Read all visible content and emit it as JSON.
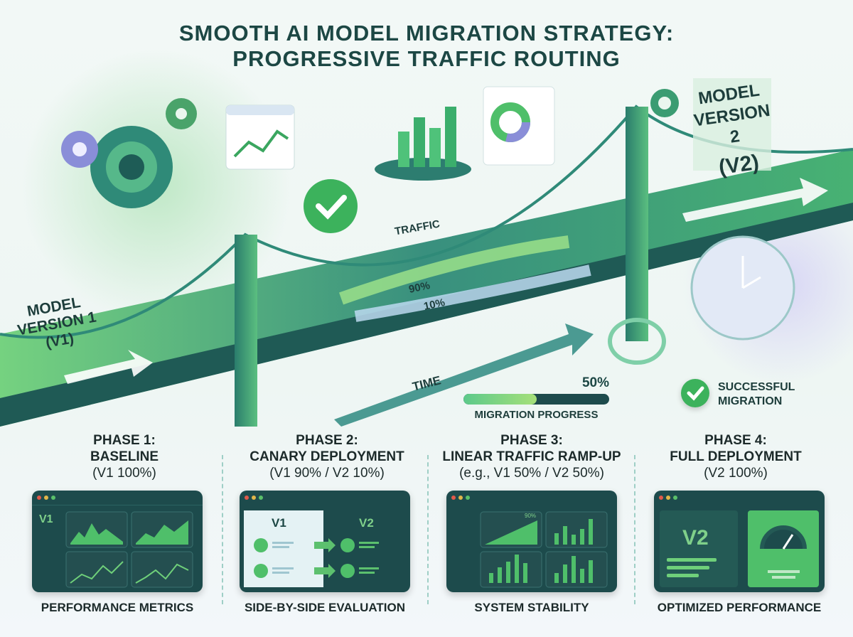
{
  "title": {
    "line1": "SMOOTH AI MODEL MIGRATION STRATEGY:",
    "line2": "PROGRESSIVE TRAFFIC ROUTING"
  },
  "v1_label": {
    "line1": "MODEL",
    "line2": "VERSION 1",
    "line3": "(V1)"
  },
  "v2_label": {
    "line1": "MODEL",
    "line2": "VERSION 2",
    "line3": "(V2)"
  },
  "traffic_label": "TRAFFIC",
  "traffic_split": {
    "v1": "90%",
    "v2": "10%"
  },
  "time_label": "TIME",
  "progress": {
    "value_text": "50%",
    "fraction": 0.5,
    "label": "MIGRATION PROGRESS"
  },
  "success": {
    "line1": "SUCCESSFUL",
    "line2": "MIGRATION"
  },
  "phases": [
    {
      "title": "PHASE 1:",
      "name": "BASELINE",
      "split": "(V1 100%)",
      "caption": "PERFORMANCE METRICS",
      "panel_label": "V1"
    },
    {
      "title": "PHASE 2:",
      "name": "CANARY DEPLOYMENT",
      "split": "(V1 90% / V2 10%)",
      "caption": "SIDE-BY-SIDE EVALUATION",
      "panel_left": "V1",
      "panel_right": "V2"
    },
    {
      "title": "PHASE 3:",
      "name": "LINEAR TRAFFIC RAMP-UP",
      "split": "(e.g., V1 50% / V2 50%)",
      "caption": "SYSTEM STABILITY",
      "panel_pct": "90%"
    },
    {
      "title": "PHASE 4:",
      "name": "FULL DEPLOYMENT",
      "split": "(V2 100%)",
      "caption": "OPTIMIZED PERFORMANCE",
      "panel_label": "V2"
    }
  ],
  "colors": {
    "accent": "#4fbf6a",
    "dark": "#1d4b4c",
    "teal": "#2e8a80",
    "title": "#1c4744"
  }
}
